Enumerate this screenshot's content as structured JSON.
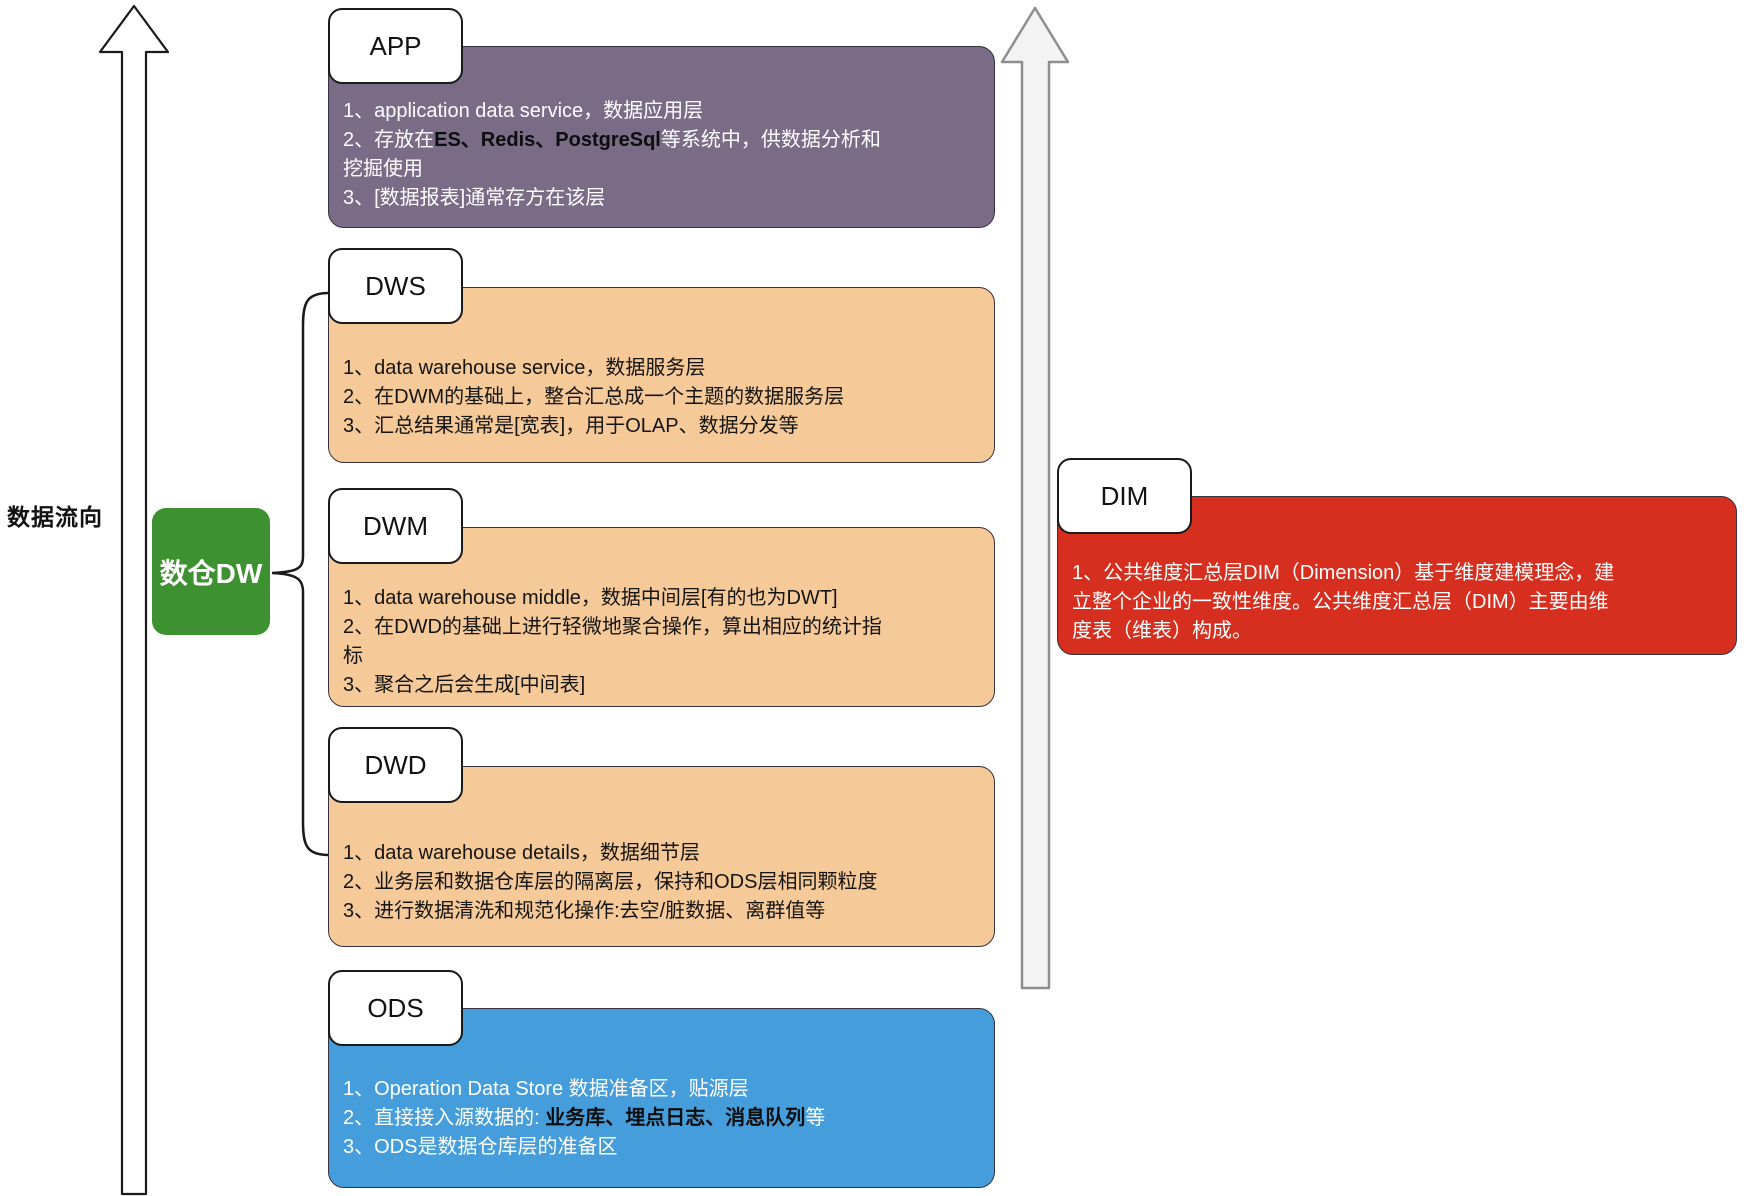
{
  "flow_label": "数据流向",
  "hub": {
    "label": "数仓DW",
    "color": "#3e9130"
  },
  "palette": {
    "app_body": "#7a6b87",
    "warehouse_body": "#f5c998",
    "ods_body": "#459edb",
    "dim_body": "#d62f1f",
    "hub_green": "#3e9130",
    "tab_bg": "#ffffff",
    "tab_border": "#1a1a1a",
    "left_arrow_fill": "#ffffff",
    "right_arrow_fill": "#f3f3f3"
  },
  "layers": [
    {
      "label": "APP",
      "lines": [
        [
          {
            "t": "1、application data service，数据应用层"
          }
        ],
        [
          {
            "t": "2、存放在"
          },
          {
            "t": "ES、Redis、PostgreSql",
            "b": true
          },
          {
            "t": "等系统中，供数据分析和"
          }
        ],
        [
          {
            "t": "挖掘使用"
          }
        ],
        [
          {
            "t": "3、[数据报表]通常存方在该层"
          }
        ]
      ]
    },
    {
      "label": "DWS",
      "lines": [
        [
          {
            "t": "1、data warehouse service，数据服务层"
          }
        ],
        [
          {
            "t": "2、在DWM的基础上，整合汇总成一个主题的数据服务层"
          }
        ],
        [
          {
            "t": "3、汇总结果通常是[宽表]，用于OLAP、数据分发等"
          }
        ]
      ]
    },
    {
      "label": "DWM",
      "lines": [
        [
          {
            "t": "1、data warehouse middle，数据中间层[有的也为DWT]"
          }
        ],
        [
          {
            "t": "2、在DWD的基础上进行轻微地聚合操作，算出相应的统计指"
          }
        ],
        [
          {
            "t": "标"
          }
        ],
        [
          {
            "t": "3、聚合之后会生成[中间表]"
          }
        ]
      ]
    },
    {
      "label": "DWD",
      "lines": [
        [
          {
            "t": "1、data warehouse details，数据细节层"
          }
        ],
        [
          {
            "t": "2、业务层和数据仓库层的隔离层，保持和ODS层相同颗粒度"
          }
        ],
        [
          {
            "t": "3、进行数据清洗和规范化操作:去空/脏数据、离群值等"
          }
        ]
      ]
    },
    {
      "label": "ODS",
      "lines": [
        [
          {
            "t": "1、Operation Data Store 数据准备区，贴源层"
          }
        ],
        [
          {
            "t": "2、直接接入源数据的: "
          },
          {
            "t": "业务库、埋点日志、消息队列",
            "b": true
          },
          {
            "t": "等"
          }
        ],
        [
          {
            "t": "3、ODS是数据仓库层的准备区"
          }
        ]
      ]
    },
    {
      "label": "DIM",
      "lines": [
        [
          {
            "t": "1、公共维度汇总层DIM（Dimension）基于维度建模理念，建"
          }
        ],
        [
          {
            "t": "立整个企业的一致性维度。公共维度汇总层（DIM）主要由维"
          }
        ],
        [
          {
            "t": "度表（维表）构成。"
          }
        ]
      ]
    }
  ]
}
